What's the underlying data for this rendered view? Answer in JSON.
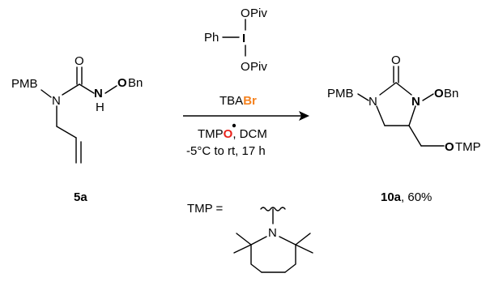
{
  "colors": {
    "oxygen": "#e8231c",
    "nitrogen": "#1432d6",
    "iodine": "#8e2bd0",
    "bromine": "#f5821f",
    "bond": "#000000"
  },
  "starting_material": {
    "label": "5a",
    "atoms": {
      "pmb": "PMB",
      "n_amide": "N",
      "o_carbonyl": "O",
      "n_h": "N",
      "h": "H",
      "o_oxy": "O",
      "bn": "Bn"
    }
  },
  "reagent": {
    "hypervalent_iodine": {
      "ph": "Ph",
      "i": "I",
      "o_top": "O",
      "piv_top": "Piv",
      "o_bottom": "O",
      "piv_bottom": "Piv"
    },
    "additive": {
      "prefix": "TBA",
      "halide": "Br"
    },
    "radical": {
      "prefix": "TMP",
      "o": "O",
      "rest": ", DCM"
    },
    "conditions": "-5°C to rt, 17 h"
  },
  "product": {
    "label": "10a",
    "yield": ", 60%",
    "atoms": {
      "pmb": "PMB",
      "n1": "N",
      "o_carbonyl": "O",
      "n3": "N",
      "o_oxy": "O",
      "bn": "Bn",
      "o_tmp": "O",
      "tmp": "TMP"
    }
  },
  "tmp_definition": {
    "label": "TMP =",
    "n": "N"
  }
}
